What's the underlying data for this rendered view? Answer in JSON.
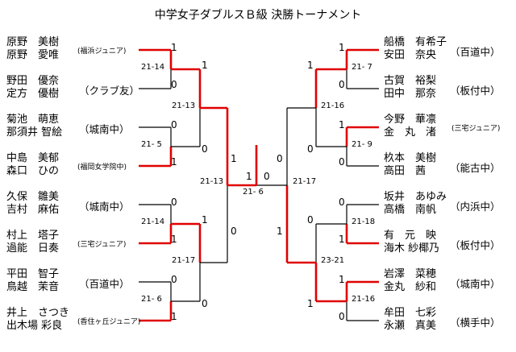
{
  "title": "中学女子ダブルスＢ級 決勝トーナメント",
  "left": [
    {
      "p1": "原野　美樹",
      "p2": "原野　愛唯",
      "team": "(福浜ジュニア)"
    },
    {
      "p1": "野田　優奈",
      "p2": "定方　優樹",
      "team": "（クラブ友）"
    },
    {
      "p1": "菊池　萌恵",
      "p2": "那須井 智絵",
      "team": "（城南中）"
    },
    {
      "p1": "中島　美郁",
      "p2": "森口　ひの",
      "team": "(福岡女学院中)"
    },
    {
      "p1": "久保　雛美",
      "p2": "吉村　麻佑",
      "team": "（城南中）"
    },
    {
      "p1": "村上　塔子",
      "p2": "過能　日奏",
      "team": "(三宅ジュニア)"
    },
    {
      "p1": "平田　智子",
      "p2": "鳥越　茉音",
      "team": "（百道中）"
    },
    {
      "p1": "井上　さつき",
      "p2": "出木場 彩良",
      "team": "(香住ヶ丘ジュニア)"
    }
  ],
  "right": [
    {
      "p1": "船橋　有希子",
      "p2": "安田　奈央",
      "team": "（百道中）"
    },
    {
      "p1": "古賀　裕梨",
      "p2": "田中　那奈",
      "team": "（板付中）"
    },
    {
      "p1": "今野　華凛",
      "p2": "金　丸　渚",
      "team": "(三宅ジュニア)"
    },
    {
      "p1": "杦本　美樹",
      "p2": "高田　茜",
      "team": "（能古中）"
    },
    {
      "p1": "坂井　あゆみ",
      "p2": "高橋　南帆",
      "team": "（内浜中）"
    },
    {
      "p1": "有　元　映",
      "p2": "海木 紗椰乃",
      "team": "（板付中）"
    },
    {
      "p1": "岩澤　菜穂",
      "p2": "金丸　紗和",
      "team": "（城南中）"
    },
    {
      "p1": "牟田　七彩",
      "p2": "永瀬　真美",
      "team": "（横手中）"
    }
  ],
  "scores": {
    "L_r1_1": "21-14",
    "L_r1_2": "21- 5",
    "L_r1_3": "21-14",
    "L_r1_4": "21- 6",
    "L_r2_1": "21-13",
    "L_r2_2": "21-17",
    "L_sf": "21-13",
    "final": "21- 6",
    "R_sf": "21-17",
    "R_r2_1": "21-16",
    "R_r2_2": "23-21",
    "R_r1_1": "21- 7",
    "R_r1_2": "21- 9",
    "R_r1_3": "21-18",
    "R_r1_4": "21-16"
  },
  "results": {
    "L_r1": [
      "1",
      "0",
      "0",
      "1",
      "0",
      "1",
      "0",
      "1"
    ],
    "L_r2": [
      "1",
      "0",
      "1",
      "0"
    ],
    "L_sf": [
      "1",
      "0"
    ],
    "final": [
      "1",
      "0"
    ],
    "R_sf": [
      "0",
      "1"
    ],
    "R_r2": [
      "1",
      "0",
      "0",
      "1"
    ],
    "R_r1": [
      "1",
      "0",
      "1",
      "0",
      "0",
      "1",
      "1",
      "0"
    ]
  }
}
